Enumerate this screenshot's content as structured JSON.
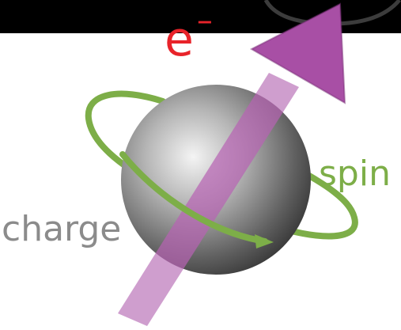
{
  "labels": {
    "electron_symbol": "e",
    "electron_charge_sign": "–",
    "spin": "spin",
    "charge": "charge"
  },
  "colors": {
    "electron_label": "#e8232a",
    "spin_orbit": "#7dae48",
    "spin_arrow": "#a84fa5",
    "charge_label": "#8b8b8b",
    "top_banner": "#000000"
  }
}
